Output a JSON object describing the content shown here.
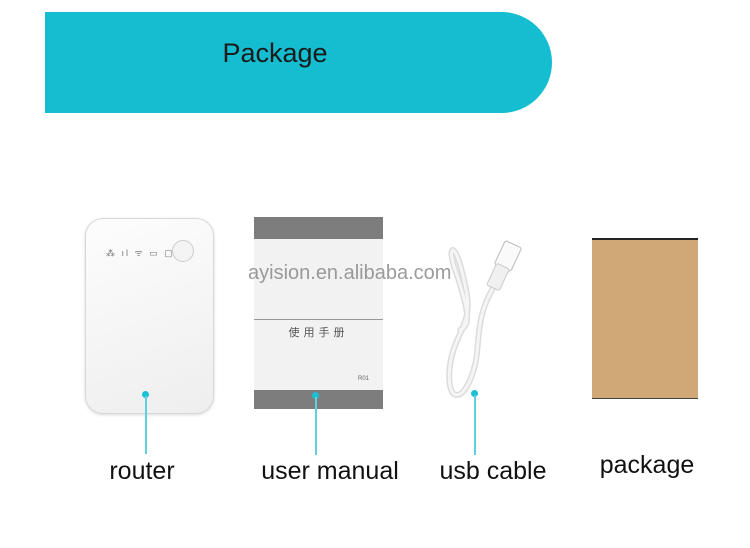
{
  "banner": {
    "title": "Package",
    "color": "#14bdd0"
  },
  "watermark": "ayision.en.alibaba.com",
  "items": [
    {
      "label": "router",
      "icon": "router-image"
    },
    {
      "label": "user manual",
      "icon": "manual-image",
      "cover_text": "使用手册",
      "code": "R01"
    },
    {
      "label": "usb cable",
      "icon": "usb-cable-image"
    },
    {
      "label": "package",
      "icon": "box-image"
    }
  ]
}
